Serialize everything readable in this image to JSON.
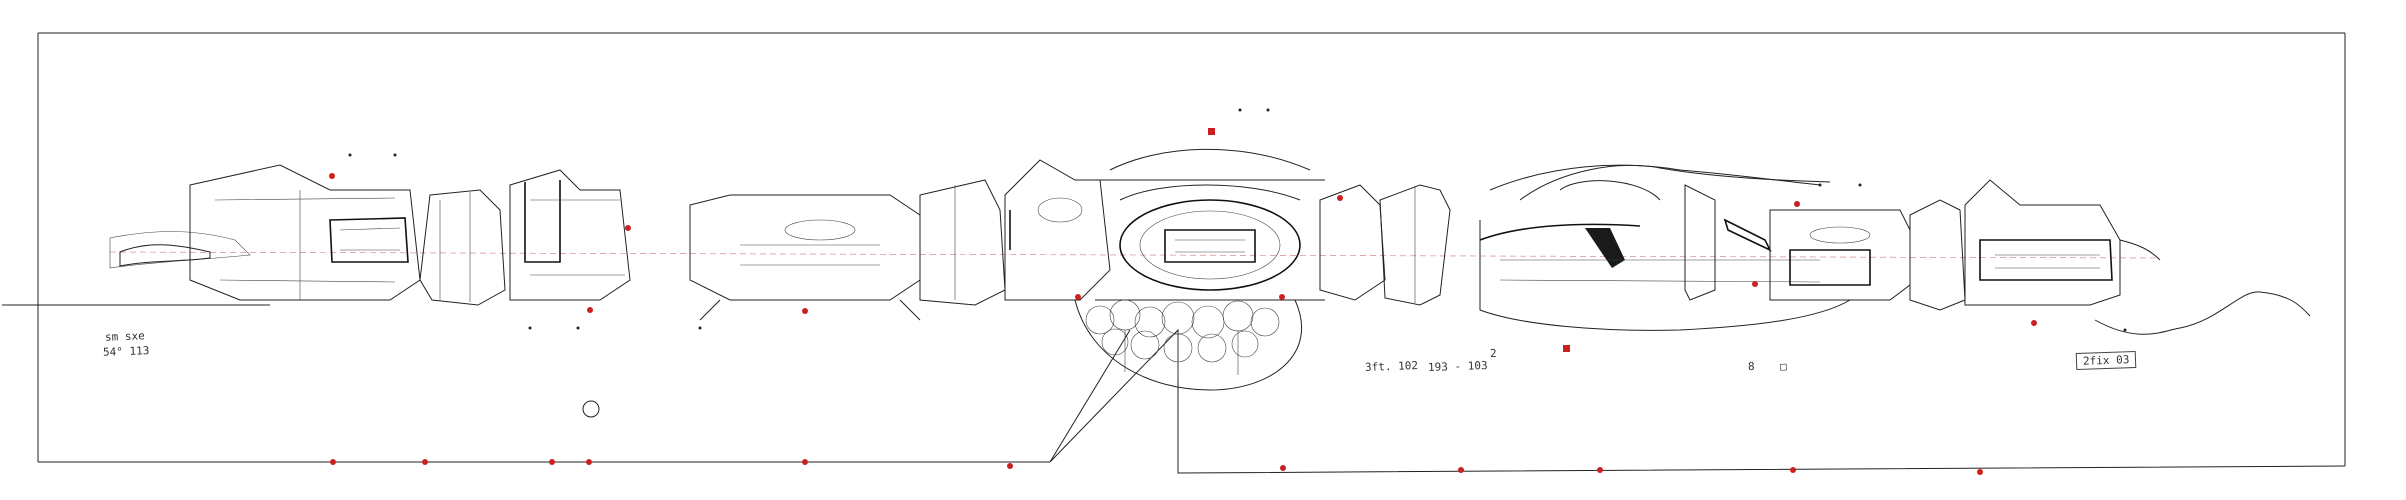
{
  "drawing": {
    "accent_color": "#cc2020",
    "line_color": "#222222",
    "paper_color": "#ffffff"
  },
  "notes": {
    "left_stamp_line1": "sm sxe",
    "left_stamp_line2": "54° 113",
    "center_note_1": "3ft. 102",
    "center_note_2": "193 - 103",
    "center_note_3": "2",
    "right_note_1": "8",
    "right_note_2": "□",
    "right_stamp": "2fix 03"
  }
}
